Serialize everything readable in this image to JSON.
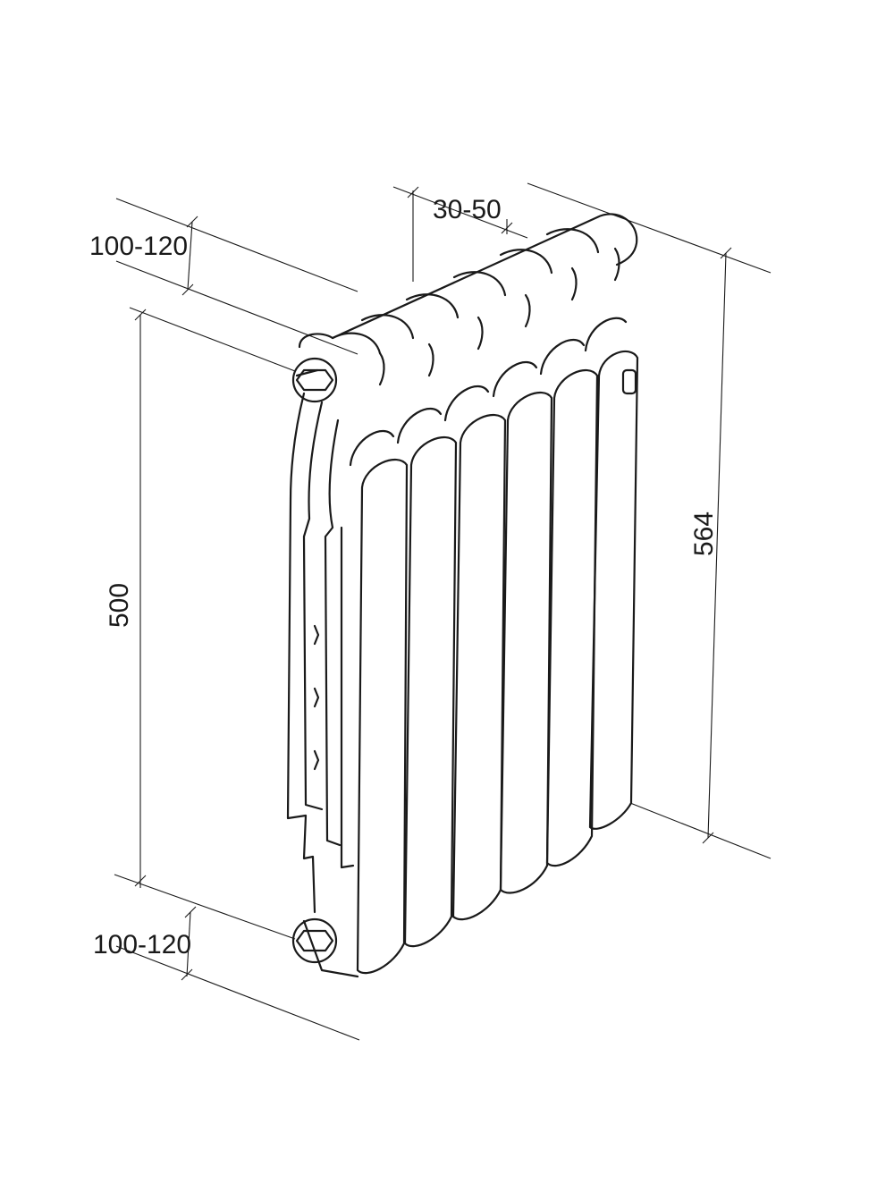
{
  "dimensions": {
    "top_offset": "100-120",
    "wall_gap": "30-50",
    "axis_distance": "500",
    "total_height": "564",
    "bottom_offset": "100-120"
  },
  "drawing": {
    "sections": 6,
    "line_color": "#1a1a1a",
    "background": "#ffffff"
  }
}
